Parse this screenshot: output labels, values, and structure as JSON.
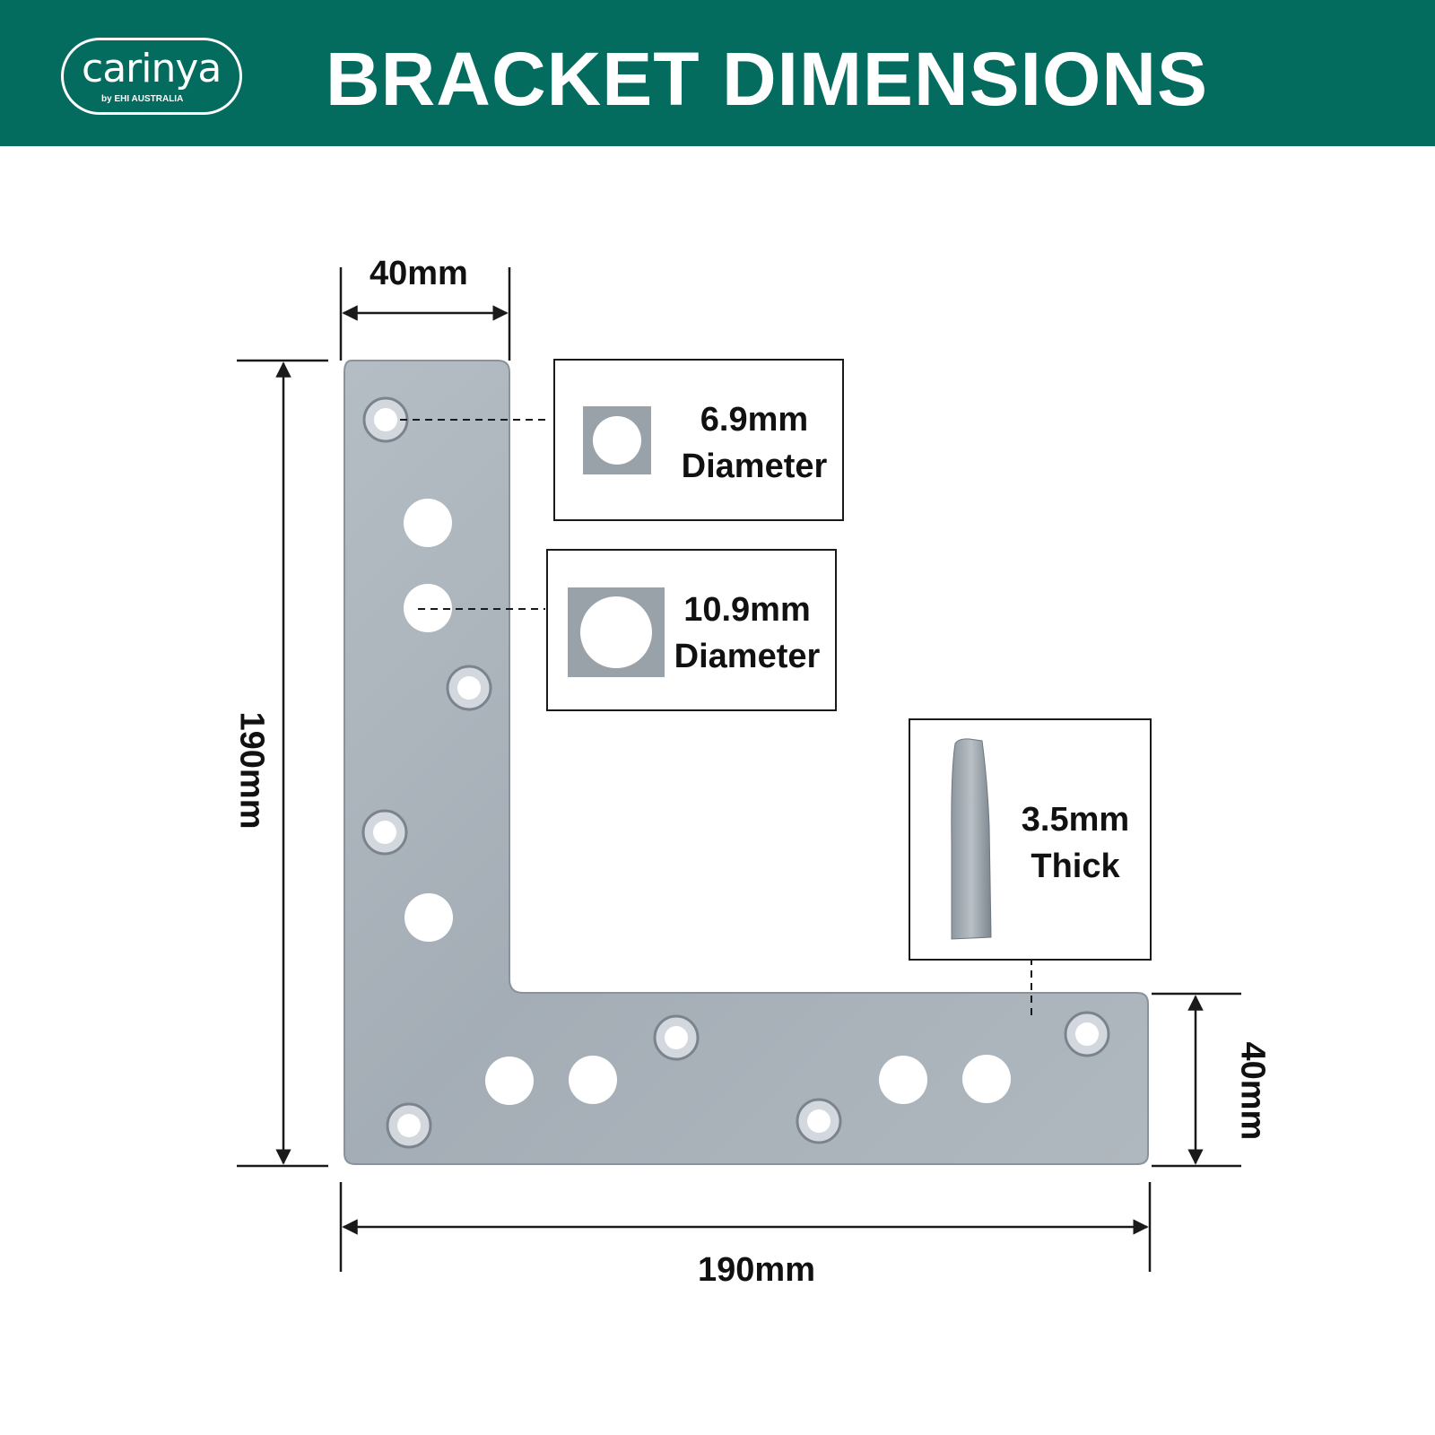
{
  "header": {
    "title": "BRACKET DIMENSIONS",
    "logo_text": "carinya",
    "logo_subtext": "by EHI AUSTRALIA",
    "background": "#046b5f"
  },
  "dimensions": {
    "top_width": "40mm",
    "left_height": "190mm",
    "right_height": "40mm",
    "bottom_width": "190mm"
  },
  "callouts": {
    "small_hole": {
      "line1": "6.9mm",
      "line2": "Diameter"
    },
    "large_hole": {
      "line1": "10.9mm",
      "line2": "Diameter"
    },
    "thickness": {
      "line1": "3.5mm",
      "line2": "Thick"
    }
  },
  "colors": {
    "bracket_metal": "#a9b1b8",
    "hole_fill": "#ffffff",
    "line": "#1a1a1a"
  }
}
